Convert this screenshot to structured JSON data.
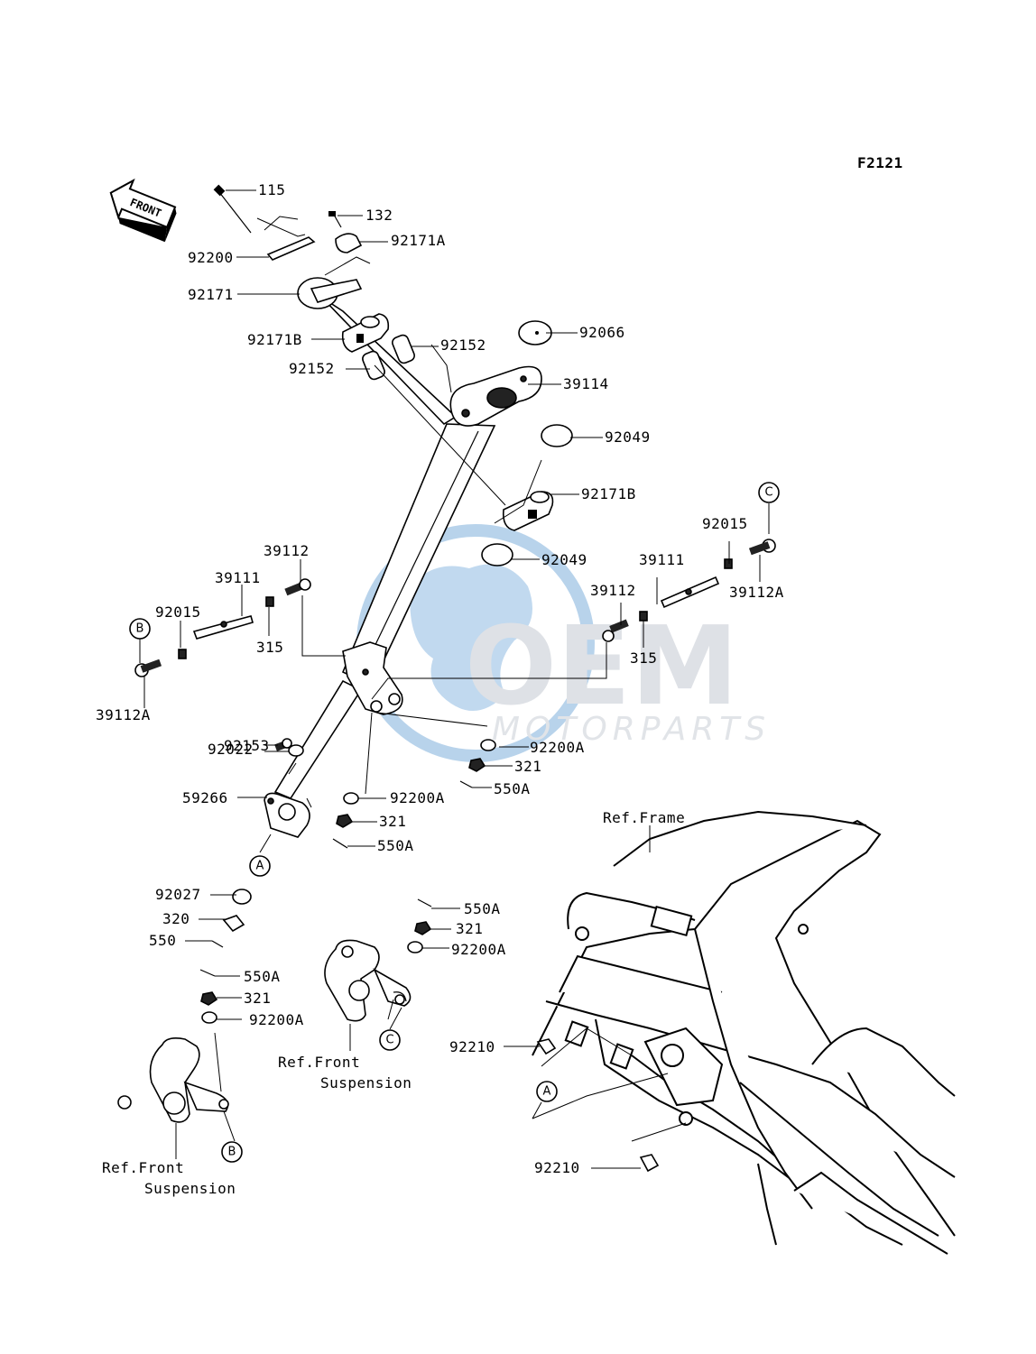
{
  "figure_code": "F2121",
  "front_arrow": "FRONT",
  "watermark": {
    "brand": "OEM",
    "sub": "MOTORPARTS"
  },
  "refs": {
    "frame": "Ref.Frame",
    "front_susp_a": "Ref.Front",
    "front_susp_b": "Suspension"
  },
  "callouts": {
    "A": "A",
    "B": "B",
    "C": "C"
  },
  "parts": {
    "p115": "115",
    "p132": "132",
    "p92171A": "92171A",
    "p92200": "92200",
    "p92171": "92171",
    "p92171B": "92171B",
    "p92152": "92152",
    "p92066": "92066",
    "p39114": "39114",
    "p92049": "92049",
    "p92015": "92015",
    "p39111": "39111",
    "p39112": "39112",
    "p39112A": "39112A",
    "p315": "315",
    "p92153": "92153",
    "p92022": "92022",
    "p92200A": "92200A",
    "p321": "321",
    "p550A": "550A",
    "p59266": "59266",
    "p92027": "92027",
    "p320": "320",
    "p550": "550",
    "p92210": "92210"
  },
  "colors": {
    "line": "#000000",
    "watermark": "#c9ced6",
    "watermark_globe": "#3a7fc4"
  }
}
